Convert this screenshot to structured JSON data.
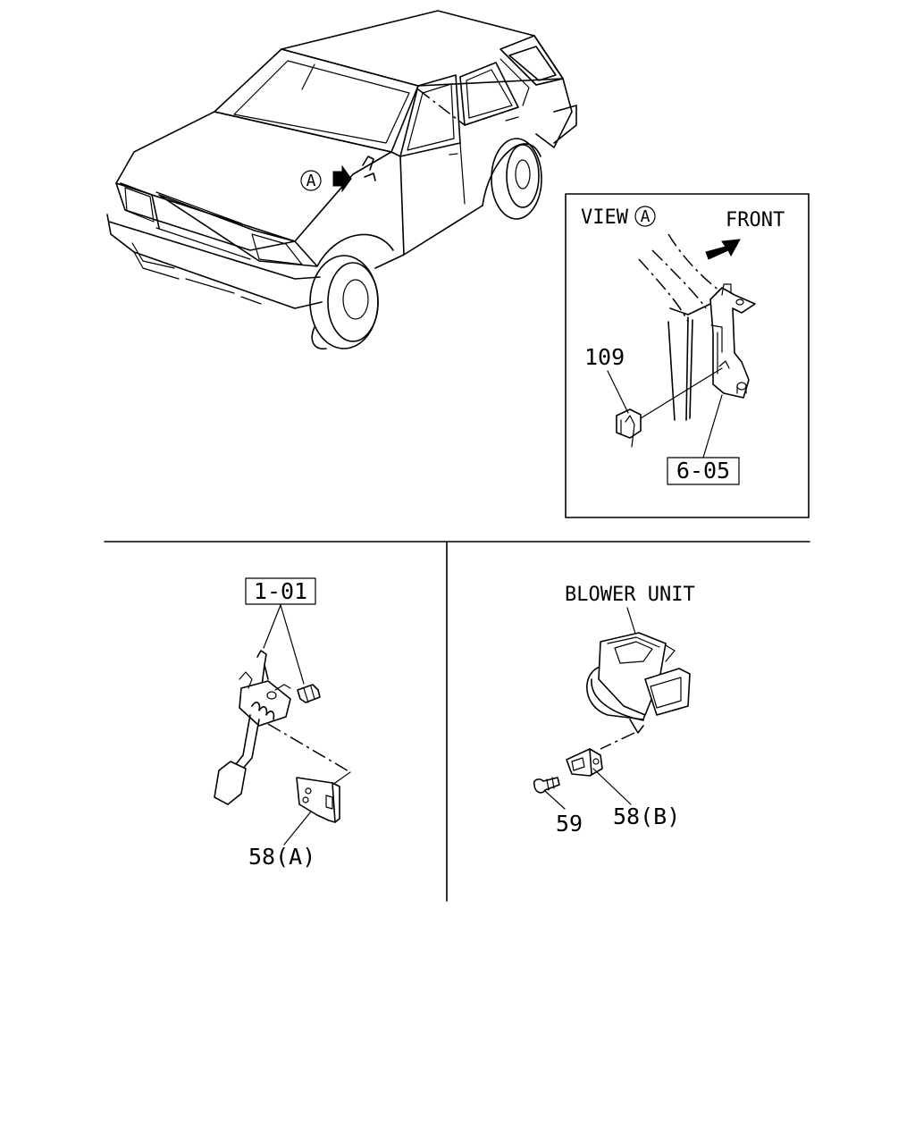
{
  "diagram": {
    "callout_a_letter": "A",
    "view_label": "VIEW",
    "front_label": "FRONT",
    "labels": {
      "p109": "109",
      "p605": "6-05",
      "p101": "1-01",
      "p58a": "58(A)",
      "blower_unit": "BLOWER UNIT",
      "p59": "59",
      "p58b": "58(B)"
    }
  }
}
